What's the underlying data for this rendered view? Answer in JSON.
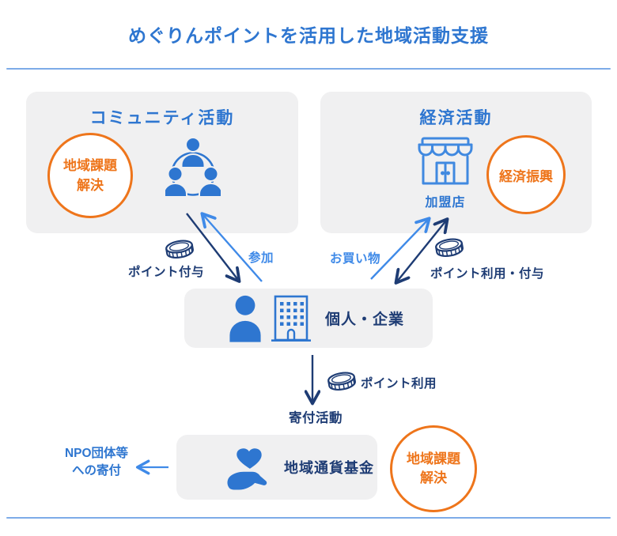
{
  "title": "めぐりんポイントを活用した地域活動支援",
  "community": {
    "title": "コミュニティ活動",
    "badge": {
      "line1": "地域課題",
      "line2": "解決"
    },
    "icon": "people-group-icon"
  },
  "economy": {
    "title": "経済活動",
    "member_store_label": "加盟店",
    "badge": "経済振興",
    "icon": "storefront-icon"
  },
  "individual": {
    "label": "個人・企業",
    "icons": [
      "person-icon",
      "office-building-icon"
    ]
  },
  "fund": {
    "label": "地域通貨基金",
    "badge": {
      "line1": "地域課題",
      "line2": "解決"
    },
    "icon": "hand-heart-icon"
  },
  "npo": {
    "line1": "NPO団体等",
    "line2": "への寄付"
  },
  "flows": {
    "point_grant": "ポイント付与",
    "participate": "参加",
    "shopping": "お買い物",
    "point_use_grant": "ポイント利用・付与",
    "point_use": "ポイント利用",
    "donation_activity": "寄付活動"
  },
  "colors": {
    "title_blue": "#2e76d0",
    "light_blue": "#3f8ae8",
    "navy": "#1e3c74",
    "orange": "#ee751b",
    "box_bg": "#f0f0f1",
    "rule_blue": "#7dabe8"
  }
}
